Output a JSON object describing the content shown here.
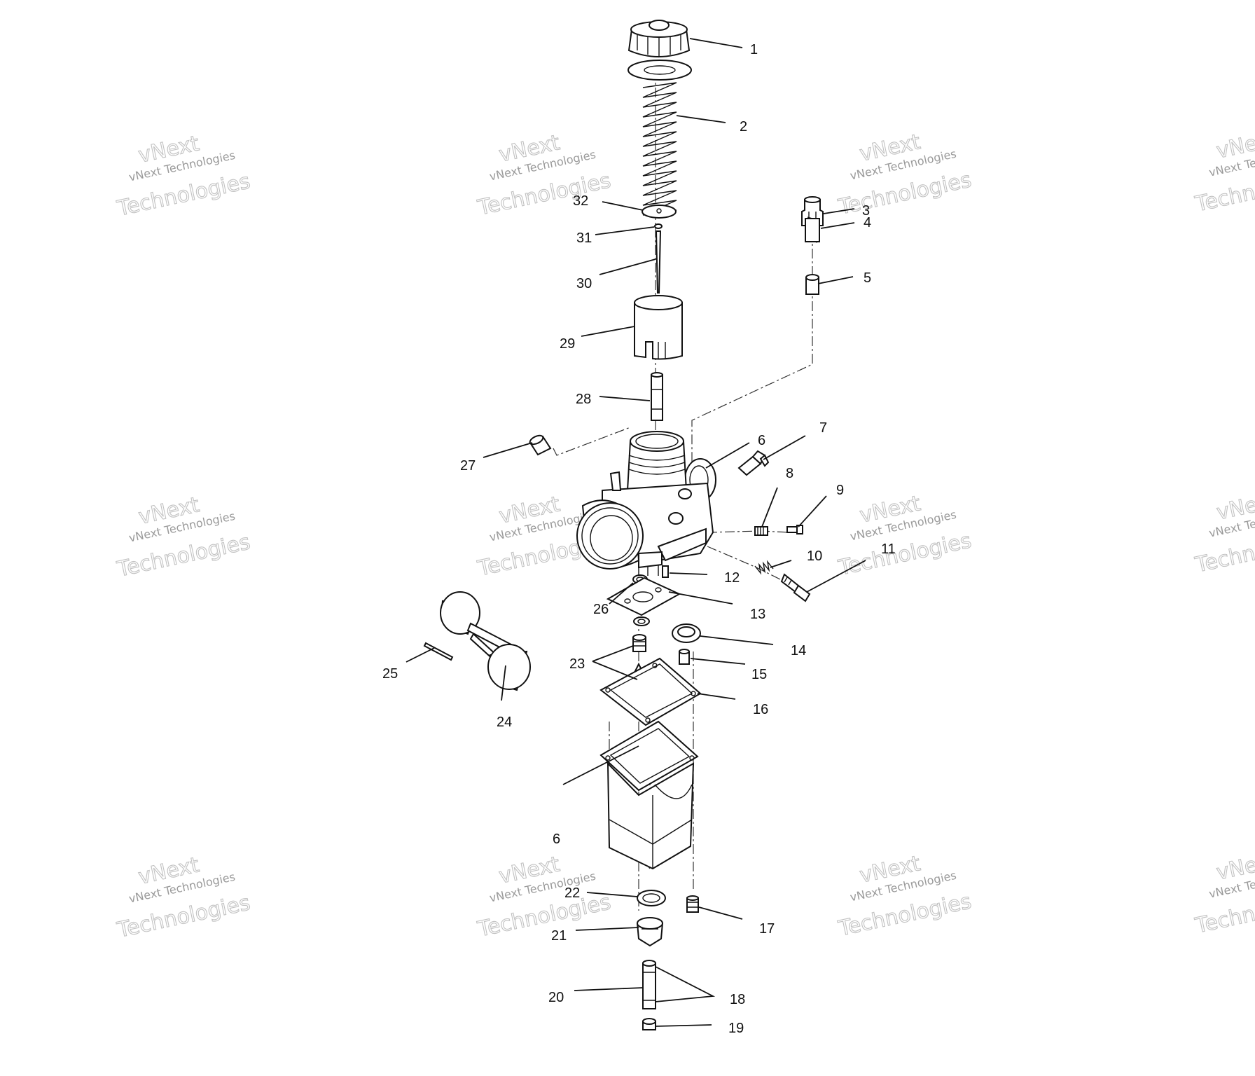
{
  "callouts": {
    "c1": "1",
    "c2": "2",
    "c3": "3",
    "c4": "4",
    "c5": "5",
    "c6a": "6",
    "c6b": "6",
    "c7": "7",
    "c8": "8",
    "c9": "9",
    "c10": "10",
    "c11": "11",
    "c12": "12",
    "c13": "13",
    "c14": "14",
    "c15": "15",
    "c16": "16",
    "c17": "17",
    "c18": "18",
    "c19": "19",
    "c20": "20",
    "c21": "21",
    "c22": "22",
    "c23": "23",
    "c24": "24",
    "c25": "25",
    "c26": "26",
    "c27": "27",
    "c28": "28",
    "c29": "29",
    "c30": "30",
    "c31": "31",
    "c32": "32"
  },
  "watermark": {
    "line1": "vNext",
    "line2": "vNext Technologies",
    "line3": "Technologies"
  }
}
